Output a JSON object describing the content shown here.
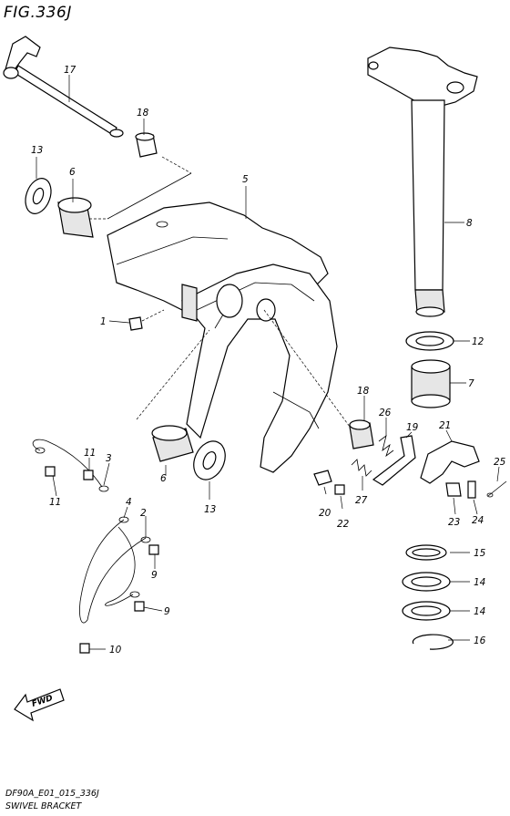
{
  "figure": {
    "title": "FIG.336J",
    "code": "DF90A_E01_015_336J",
    "name": "SWIVEL BRACKET",
    "direction_label": "FWD"
  },
  "callouts": [
    "1",
    "2",
    "3",
    "4",
    "5",
    "6",
    "6",
    "7",
    "8",
    "9",
    "9",
    "10",
    "11",
    "11",
    "12",
    "13",
    "13",
    "14",
    "14",
    "15",
    "16",
    "17",
    "18",
    "18",
    "19",
    "20",
    "21",
    "22",
    "23",
    "24",
    "25",
    "26",
    "27"
  ]
}
